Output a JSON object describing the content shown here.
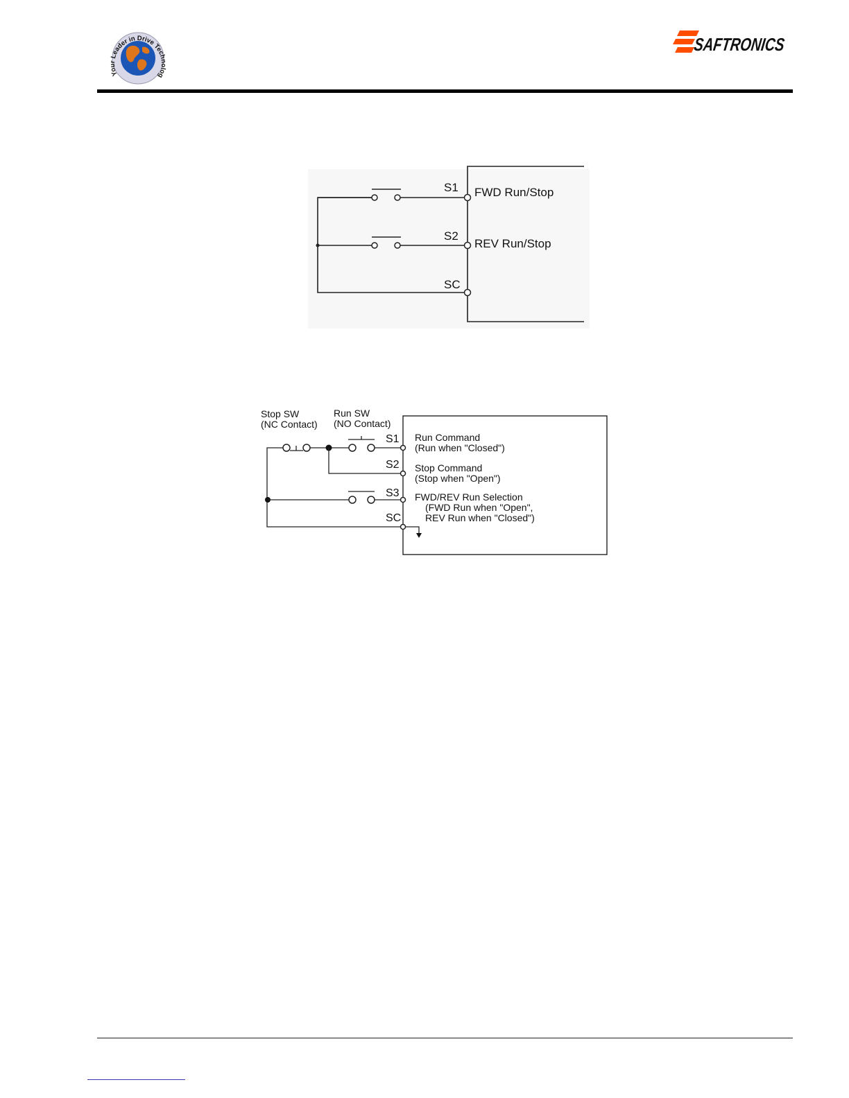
{
  "header": {
    "left_logo": {
      "name": "world-globe-logo",
      "ring_text": "Your Leader in Drive Technology",
      "colors": {
        "ring": "#d8d8e8",
        "ocean": "#1b55b5",
        "land": "#e0761c"
      }
    },
    "right_logo": {
      "name": "saftronics-logo",
      "text": "SAFTRONICS",
      "colors": {
        "text": "#000000",
        "mark": "#ff4d00"
      }
    }
  },
  "diagram1": {
    "terminals": [
      {
        "id": "S1",
        "label": "S1",
        "description": "FWD Run/Stop"
      },
      {
        "id": "S2",
        "label": "S2",
        "description": "REV Run/Stop"
      },
      {
        "id": "SC",
        "label": "SC",
        "description": ""
      }
    ]
  },
  "diagram2": {
    "switch_labels": [
      {
        "line1": "Stop SW",
        "line2": "(NC Contact)"
      },
      {
        "line1": "Run SW",
        "line2": "(NO Contact)"
      }
    ],
    "terminals": [
      {
        "id": "S1",
        "label": "S1",
        "lines": [
          "Run Command",
          "(Run when \"Closed\")"
        ]
      },
      {
        "id": "S2",
        "label": "S2",
        "lines": [
          "Stop Command",
          "(Stop when \"Open\")"
        ]
      },
      {
        "id": "S3",
        "label": "S3",
        "lines": [
          "FWD/REV Run Selection",
          "(FWD Run when \"Open\",",
          "REV Run when \"Closed\")"
        ]
      },
      {
        "id": "SC",
        "label": "SC",
        "lines": []
      }
    ]
  }
}
